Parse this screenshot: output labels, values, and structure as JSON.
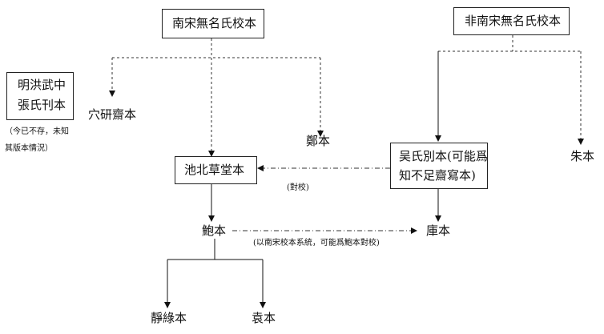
{
  "nodes": {
    "nansong": "南宋無名氏校本",
    "fei_nansong": "非南宋無名氏校本",
    "ming_line1": "明洪武中",
    "ming_line2": "張氏刊本",
    "ming_note_line1": "（今已不存，未知",
    "ming_note_line2": "其版本情況）",
    "xueyan": "穴研齋本",
    "zheng": "鄭本",
    "zhu": "朱本",
    "chibei": "池北草堂本",
    "wushi_line1": "吴氏別本(可能爲",
    "wushi_line2": "知不足齋寫本)",
    "duizhao": "(對校)",
    "bao": "鮑本",
    "ku": "庫本",
    "bao_note": "(以南宋校本系統，可能爲鮑本對校)",
    "jinglu": "靜綠本",
    "yuan": "袁本"
  }
}
